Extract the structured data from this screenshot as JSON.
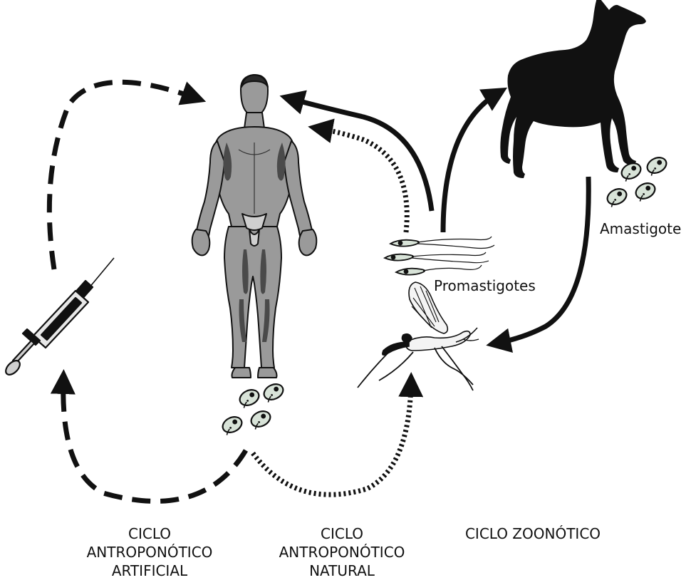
{
  "labels": {
    "amastigote": "Amastigote",
    "promastigotes": "Promastigotes"
  },
  "captions": {
    "artificial": [
      "CICLO",
      "ANTROPONÓTICO",
      "ARTIFICIAL"
    ],
    "natural": [
      "CICLO",
      "ANTROPONÓTICO",
      "NATURAL"
    ],
    "zoonotic": [
      "CICLO ZOONÓTICO"
    ]
  },
  "colors": {
    "ink": "#111111",
    "body_fill": "#9a9a9a",
    "body_dark": "#4a4a4a",
    "parasite_fill": "#d8e3d8"
  },
  "figures": [
    "human-figure",
    "dog-silhouette",
    "syringe-icon",
    "sandfly-icon",
    "amastigote-cells",
    "promastigote-cells"
  ]
}
